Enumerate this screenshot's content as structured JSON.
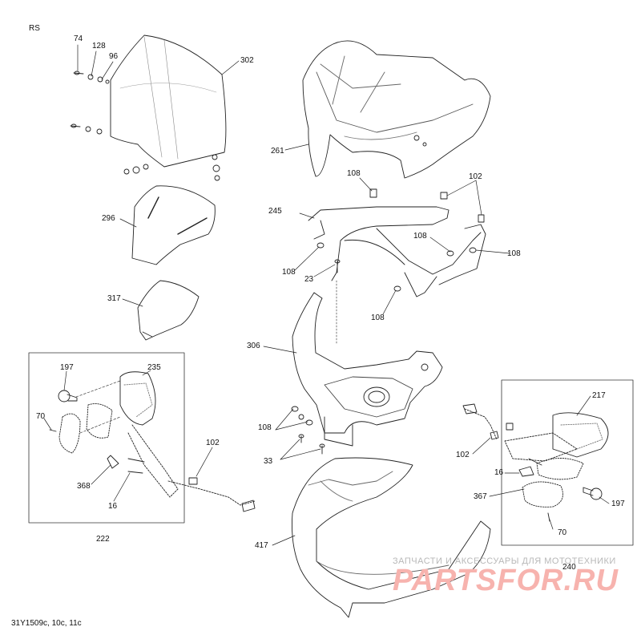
{
  "page": {
    "code": "RS",
    "figure_id": "31Y1509c, 10c, 11c"
  },
  "watermark": {
    "line1": "ЗАПЧАСТИ И АКСЕССУАРЫ ДЛЯ МОТОТЕХНИКИ",
    "line2": "PARTSFOR.RU"
  },
  "callouts": [
    {
      "id": "c74",
      "text": "74"
    },
    {
      "id": "c128",
      "text": "128"
    },
    {
      "id": "c96",
      "text": "96"
    },
    {
      "id": "c302",
      "text": "302"
    },
    {
      "id": "c261",
      "text": "261"
    },
    {
      "id": "c296",
      "text": "296"
    },
    {
      "id": "c317",
      "text": "317"
    },
    {
      "id": "c108a",
      "text": "108"
    },
    {
      "id": "c102a",
      "text": "102"
    },
    {
      "id": "c245",
      "text": "245"
    },
    {
      "id": "c108b",
      "text": "108"
    },
    {
      "id": "c108c",
      "text": "108"
    },
    {
      "id": "c108d",
      "text": "108"
    },
    {
      "id": "c23",
      "text": "23"
    },
    {
      "id": "c108e",
      "text": "108"
    },
    {
      "id": "c306",
      "text": "306"
    },
    {
      "id": "c197a",
      "text": "197"
    },
    {
      "id": "c235",
      "text": "235"
    },
    {
      "id": "c70a",
      "text": "70"
    },
    {
      "id": "c102b",
      "text": "102"
    },
    {
      "id": "c368",
      "text": "368"
    },
    {
      "id": "c16a",
      "text": "16"
    },
    {
      "id": "c222",
      "text": "222"
    },
    {
      "id": "c108f",
      "text": "108"
    },
    {
      "id": "c33",
      "text": "33"
    },
    {
      "id": "c217",
      "text": "217"
    },
    {
      "id": "c102c",
      "text": "102"
    },
    {
      "id": "c16b",
      "text": "16"
    },
    {
      "id": "c367",
      "text": "367"
    },
    {
      "id": "c197b",
      "text": "197"
    },
    {
      "id": "c70b",
      "text": "70"
    },
    {
      "id": "c417",
      "text": "417"
    },
    {
      "id": "c240",
      "text": "240"
    }
  ]
}
